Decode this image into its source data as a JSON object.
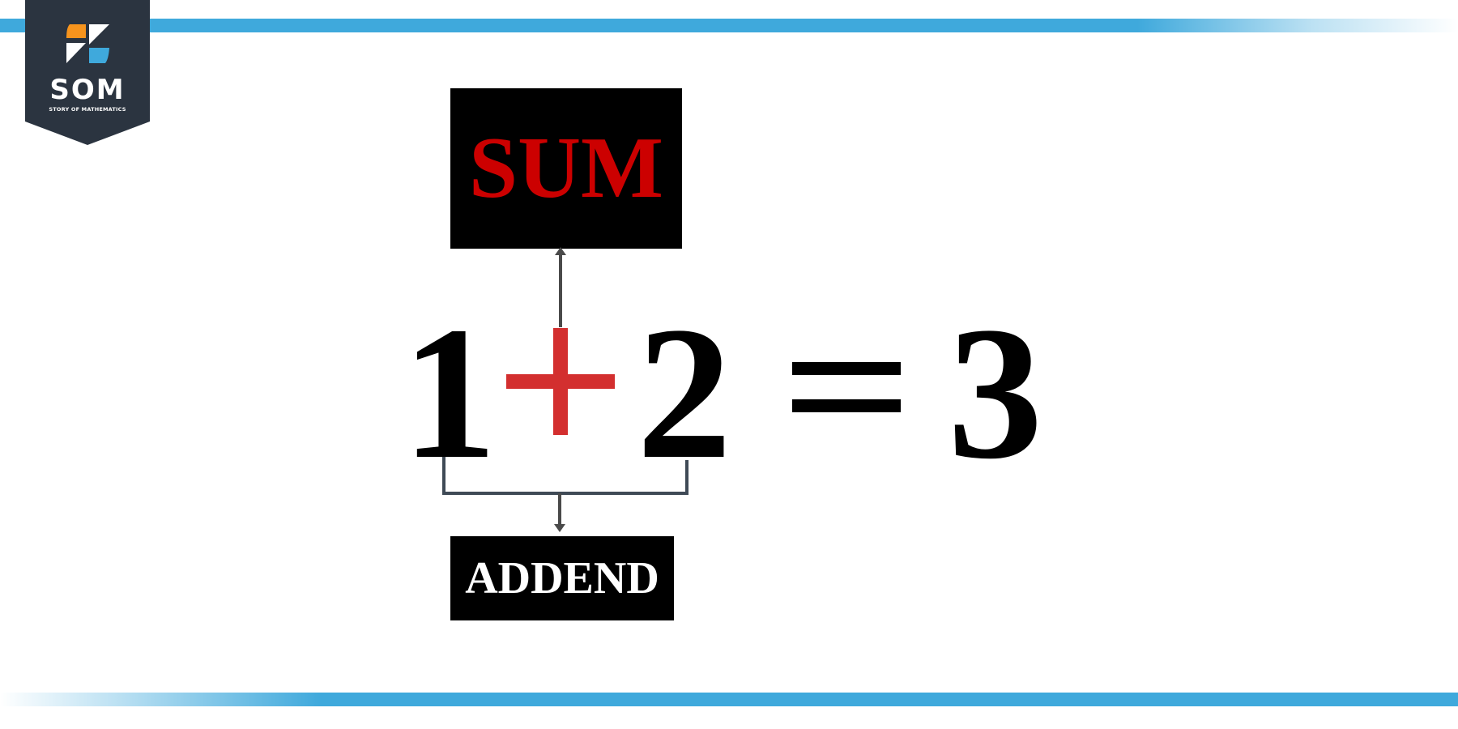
{
  "logo": {
    "title": "SOM",
    "subtitle": "STORY OF MATHEMATICS",
    "colors": {
      "badge": "#2b3440",
      "orange": "#f7941d",
      "blue": "#3fa9dc"
    }
  },
  "equation": {
    "addend_1": "1",
    "operator": "+",
    "addend_2": "2",
    "equals": "=",
    "result": "3"
  },
  "labels": {
    "sum": "SUM",
    "addend": "ADDEND"
  },
  "colors": {
    "accent_band": "#3fa9dc",
    "plus_sign": "#d32f2f",
    "sum_text": "#cc0000",
    "label_background": "#000000",
    "arrow": "#4a4a4a"
  }
}
